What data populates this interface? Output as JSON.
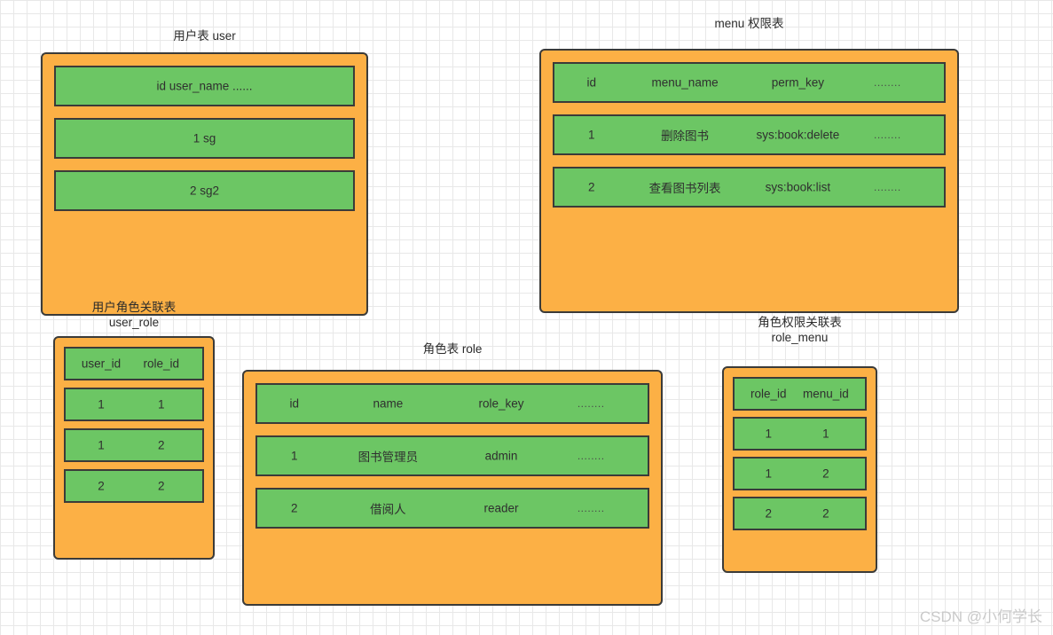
{
  "watermark": "CSDN @小何学长",
  "palette": {
    "table_fill": "#fcb045",
    "row_fill": "#6cc664",
    "border": "#3b3b39",
    "grid_line": "#e8e8e8",
    "text": "#2f2f2f",
    "watermark": "#c9c9c9"
  },
  "tables": {
    "user": {
      "caption_line_1": "用户表  user",
      "caption_line_2": "",
      "rows": [
        {
          "cells": [
            "id user_name ......"
          ]
        },
        {
          "cells": [
            "1    sg"
          ]
        },
        {
          "cells": [
            "2    sg2"
          ]
        }
      ]
    },
    "menu": {
      "caption_line_1": "menu 权限表",
      "caption_line_2": "",
      "header": [
        "id",
        "menu_name",
        "perm_key",
        "........"
      ],
      "rows": [
        [
          "1",
          "删除图书",
          "sys:book:delete",
          "........"
        ],
        [
          "2",
          "查看图书列表",
          "sys:book:list",
          "........"
        ]
      ]
    },
    "user_role": {
      "caption_line_1": "用户角色关联表",
      "caption_line_2": "user_role",
      "header": [
        "user_id",
        "role_id"
      ],
      "rows": [
        [
          "1",
          "1"
        ],
        [
          "1",
          "2"
        ],
        [
          "2",
          "2"
        ]
      ]
    },
    "role": {
      "caption_line_1": "角色表   role",
      "caption_line_2": "",
      "header": [
        "id",
        "name",
        "role_key",
        "........"
      ],
      "rows": [
        [
          "1",
          "图书管理员",
          "admin",
          "........"
        ],
        [
          "2",
          "借阅人",
          "reader",
          "........"
        ]
      ]
    },
    "role_menu": {
      "caption_line_1": "角色权限关联表",
      "caption_line_2": "role_menu",
      "header": [
        "role_id",
        "menu_id"
      ],
      "rows": [
        [
          "1",
          "1"
        ],
        [
          "1",
          "2"
        ],
        [
          "2",
          "2"
        ]
      ]
    }
  }
}
